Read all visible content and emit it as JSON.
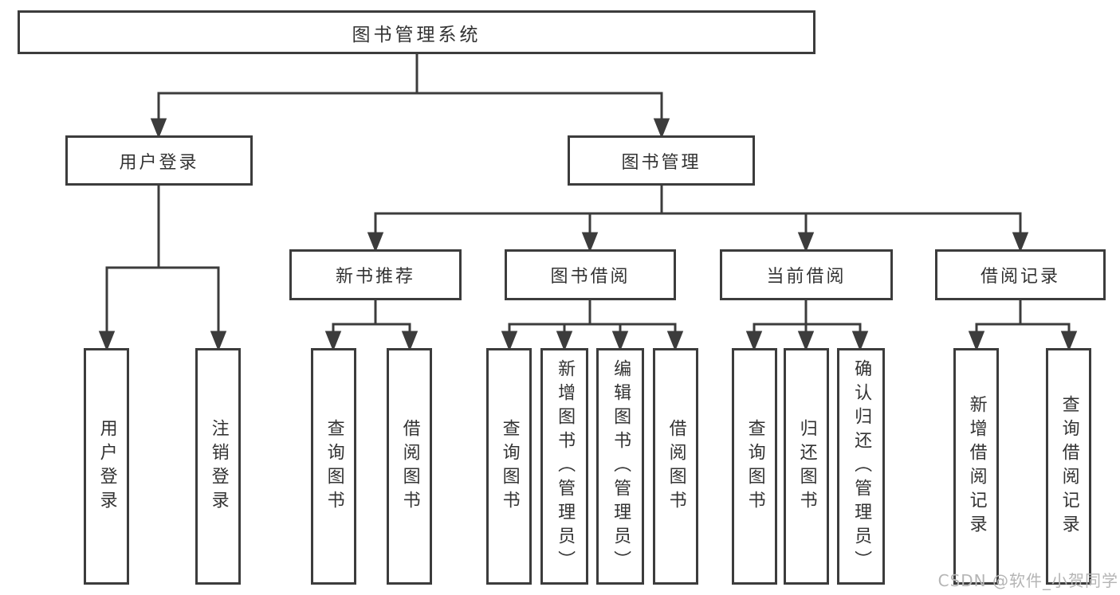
{
  "tree": {
    "root": {
      "label": "图书管理系统",
      "children": [
        {
          "label": "用户登录",
          "children": [
            {
              "label": "用户登录"
            },
            {
              "label": "注销登录"
            }
          ]
        },
        {
          "label": "图书管理",
          "children": [
            {
              "label": "新书推荐",
              "children": [
                {
                  "label": "查询图书"
                },
                {
                  "label": "借阅图书"
                }
              ]
            },
            {
              "label": "图书借阅",
              "children": [
                {
                  "label": "查询图书"
                },
                {
                  "label": "新增图书（管理员）"
                },
                {
                  "label": "编辑图书（管理员）"
                },
                {
                  "label": "借阅图书"
                }
              ]
            },
            {
              "label": "当前借阅",
              "children": [
                {
                  "label": "查询图书"
                },
                {
                  "label": "归还图书"
                },
                {
                  "label": "确认归还（管理员）"
                }
              ]
            },
            {
              "label": "借阅记录",
              "children": [
                {
                  "label": "新增借阅记录"
                },
                {
                  "label": "查询借阅记录"
                }
              ]
            }
          ]
        }
      ]
    }
  },
  "watermark": "CSDN @软件_小贺同学",
  "colors": {
    "line": "#3c3c3c",
    "box_border": "#3c3c3c",
    "text": "#333333",
    "background": "#ffffff",
    "watermark": "#b5b5b5"
  }
}
